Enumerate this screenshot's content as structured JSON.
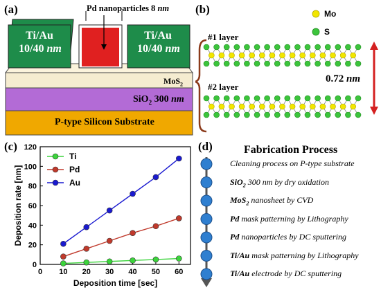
{
  "panel_a": {
    "label": "(a)",
    "pd_label": "Pd nanoparticles 8",
    "pd_label_unit": "nm",
    "left_pad_l1": "Ti/Au",
    "left_pad_l2": "10/40",
    "left_pad_unit": "nm",
    "right_pad_l1": "Ti/Au",
    "right_pad_l2": "10/40",
    "right_pad_unit": "nm",
    "mos2": "MoS",
    "mos2_sub": "2",
    "sio2_a": "SiO",
    "sio2_sub": "2",
    "sio2_b": " 300",
    "sio2_unit": "nm",
    "substrate": "P-type Silicon Substrate",
    "colors": {
      "pad": "#1e8c4a",
      "pd": "#e02020",
      "mos2": "#f5ecd0",
      "sio2": "#b36bd6",
      "substrate": "#f0a800"
    }
  },
  "panel_b": {
    "label": "(b)",
    "legend_mo": "Mo",
    "legend_s": "S",
    "layer1": "#1 layer",
    "layer2": "#2 layer",
    "thickness": "0.72",
    "thickness_unit": "nm",
    "colors": {
      "mo": "#f2e600",
      "s": "#3cc43c",
      "arrow": "#d42020",
      "brace": "#8b3a1a"
    }
  },
  "panel_c": {
    "label": "(c)"
  },
  "panel_d": {
    "label": "(d)",
    "title": "Fabrication Process",
    "steps": [
      {
        "bold": "",
        "text": "Cleaning process on P-type substrate"
      },
      {
        "bold": "SiO",
        "sub": "2",
        "text": " 300 nm by dry oxidation"
      },
      {
        "bold": "MoS",
        "sub": "2",
        "text": " nanosheet by CVD"
      },
      {
        "bold": "Pd",
        "text": " mask patterning by Lithography"
      },
      {
        "bold": "Pd",
        "text": " nanoparticles by DC sputtering"
      },
      {
        "bold": "Ti/Au",
        "text": " mask patterning by Lithography"
      },
      {
        "bold": "Ti/Au",
        "text": " electrode by DC sputtering"
      }
    ],
    "colors": {
      "node": "#2f7fd0",
      "line": "#555555"
    }
  },
  "chart_data": {
    "type": "line",
    "xlabel": "Deposition time [sec]",
    "ylabel": "Deposition rate [nm]",
    "xlim": [
      0,
      65
    ],
    "ylim": [
      0,
      120
    ],
    "xticks": [
      0,
      10,
      20,
      30,
      40,
      50,
      60
    ],
    "yticks": [
      0,
      20,
      40,
      60,
      80,
      100,
      120
    ],
    "x": [
      10,
      20,
      30,
      40,
      50,
      60
    ],
    "series": [
      {
        "name": "Ti",
        "values": [
          1,
          2,
          3,
          4,
          5,
          6
        ],
        "color": "#3cd43c"
      },
      {
        "name": "Pd",
        "values": [
          8,
          16,
          24,
          32,
          39,
          47
        ],
        "color": "#c0392b"
      },
      {
        "name": "Au",
        "values": [
          21,
          38,
          55,
          72,
          89,
          108
        ],
        "color": "#1a1ad0"
      }
    ],
    "legend": "top-left",
    "grid": false
  }
}
